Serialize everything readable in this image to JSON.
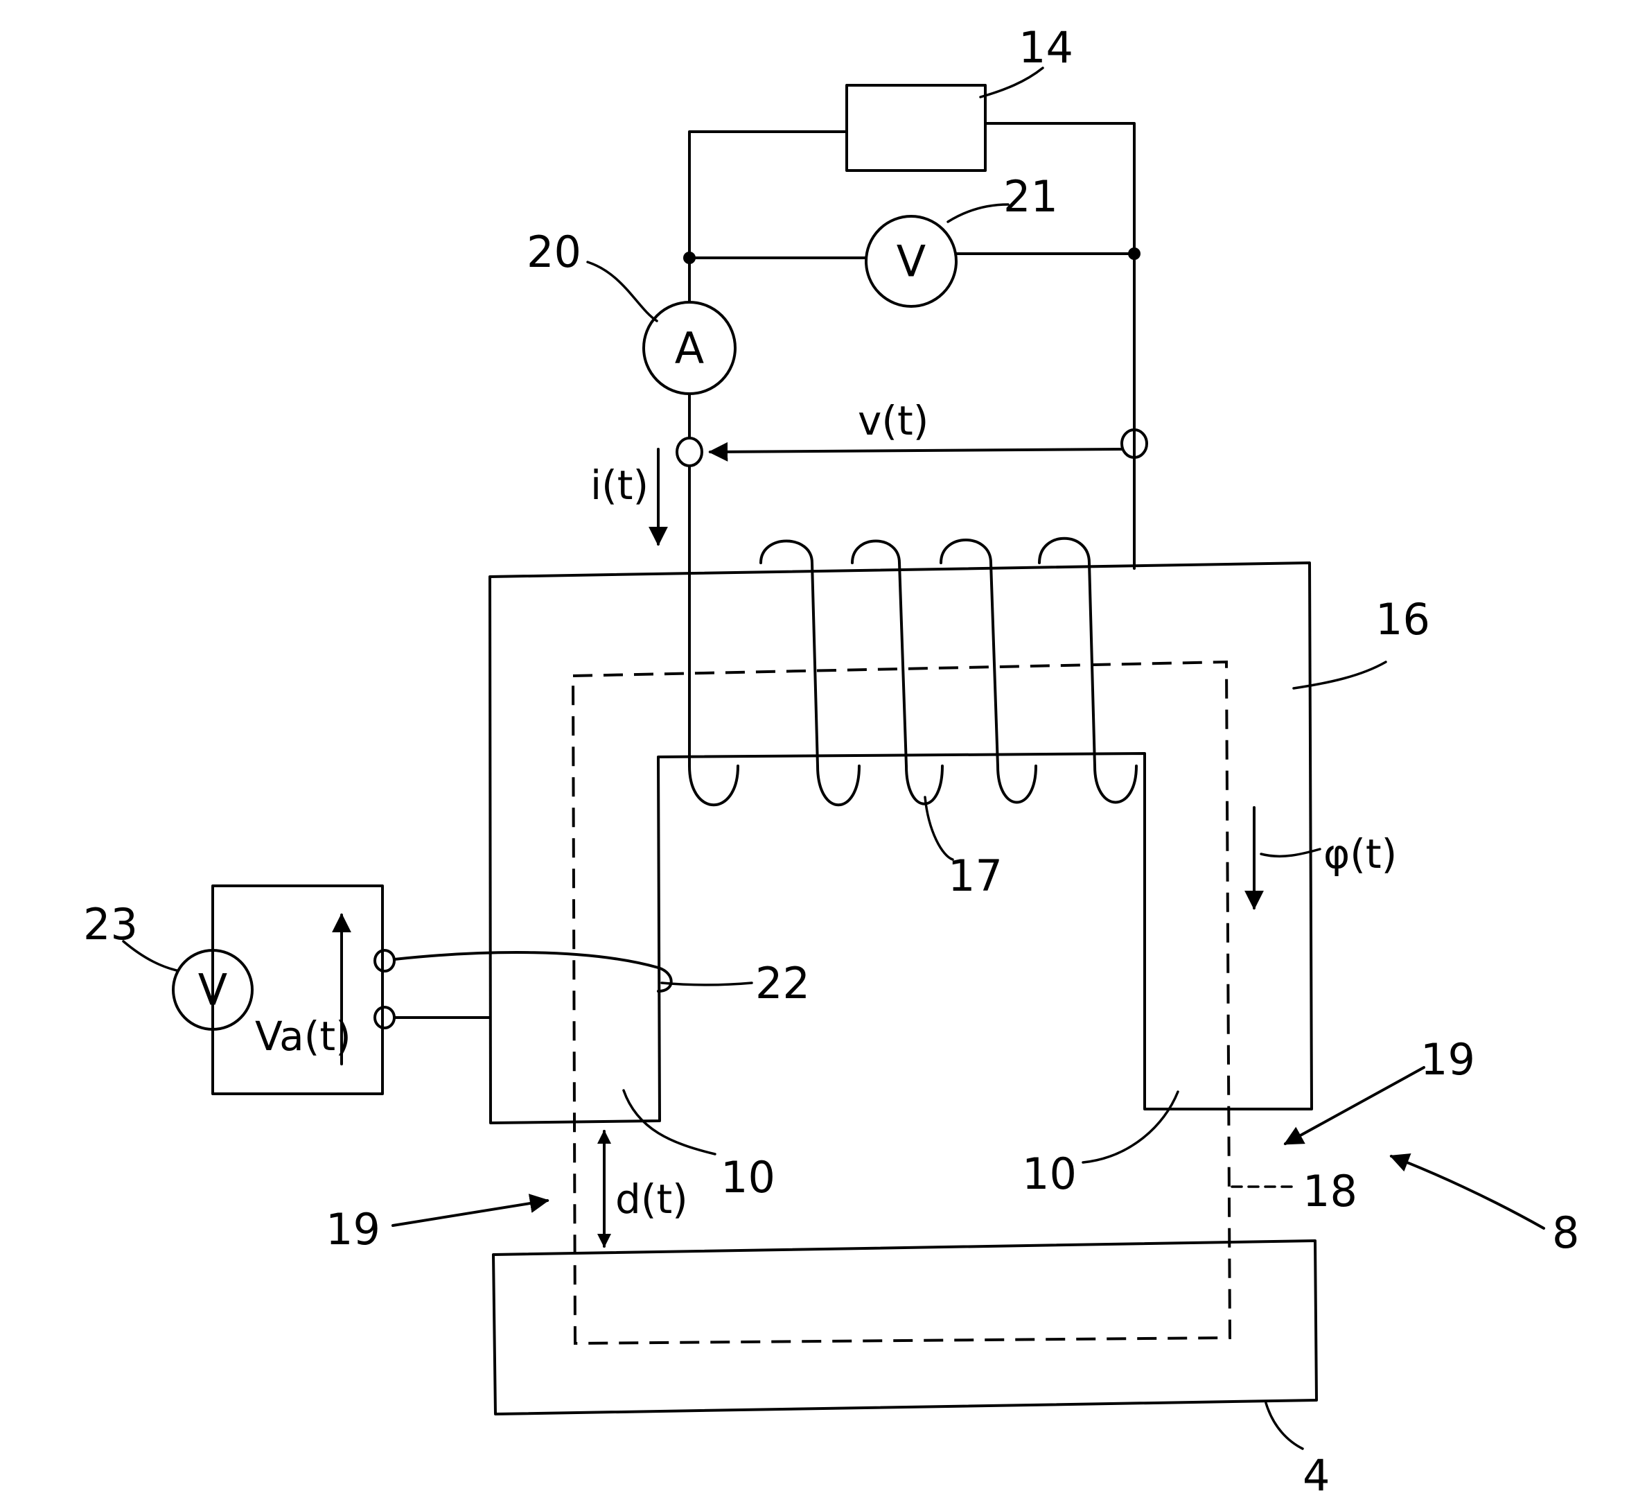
{
  "labels": {
    "ref_14": "14",
    "ref_21": "21",
    "ref_20": "20",
    "ref_16": "16",
    "ref_17": "17",
    "ref_23": "23",
    "ref_22": "22",
    "ref_19_right": "19",
    "ref_19_left": "19",
    "ref_10_left": "10",
    "ref_10_right": "10",
    "ref_18": "18",
    "ref_8": "8",
    "ref_4": "4"
  },
  "symbols": {
    "ammeter": "A",
    "voltmeter_top": "V",
    "voltmeter_left": "V"
  },
  "signals": {
    "voltage": "v(t)",
    "current": "i(t)",
    "flux": "φ(t)",
    "aux_voltage": "Va(t)",
    "air_gap": "d(t)"
  }
}
